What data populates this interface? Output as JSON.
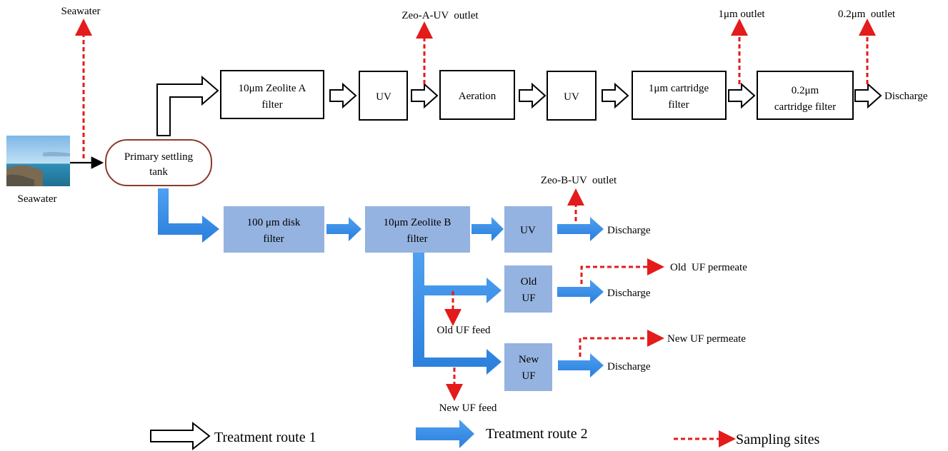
{
  "colors": {
    "route1_fill": "#ffffff",
    "route1_stroke": "#000000",
    "route2_fill": "#3d8fe6",
    "route2_box": "#95b3e0",
    "sampling": "#e41b1b",
    "tank_stroke": "#8b3a2a"
  },
  "source": {
    "image_label": "Seawater",
    "sample_label": "Seawater"
  },
  "tank": {
    "label_line1": "Primary settling",
    "label_line2": "tank"
  },
  "route1": {
    "zeolite_a": {
      "line1": "10μm Zeolite A",
      "line2": "filter"
    },
    "uv1": "UV",
    "aeration": "Aeration",
    "uv2": "UV",
    "cartridge_1um": {
      "line1": "1μm cartridge",
      "line2": "filter"
    },
    "cartridge_02um": {
      "line1": "0.2μm",
      "line2": "cartridge filter"
    },
    "discharge": "Discharge",
    "zeo_a_uv_outlet": "Zeo-A-UV  outlet",
    "outlet_1um": "1μm outlet",
    "outlet_02um": "0.2μm  outlet"
  },
  "route2": {
    "disk_filter": {
      "line1": "100 μm disk",
      "line2": "filter"
    },
    "zeolite_b": {
      "line1": "10μm Zeolite B",
      "line2": "filter"
    },
    "uv": "UV",
    "old_uf": {
      "line1": "Old",
      "line2": "UF"
    },
    "new_uf": {
      "line1": "New",
      "line2": "UF"
    },
    "discharge_uv": "Discharge",
    "discharge_old": "Discharge",
    "discharge_new": "Discharge",
    "zeo_b_uv_outlet": "Zeo-B-UV  outlet",
    "old_uf_permeate": "Old  UF permeate",
    "new_uf_permeate": "New UF permeate",
    "old_uf_feed": "Old UF feed",
    "new_uf_feed": "New UF feed"
  },
  "legend": {
    "route1": "Treatment route 1",
    "route2": "Treatment route 2",
    "sampling": "Sampling sites"
  }
}
